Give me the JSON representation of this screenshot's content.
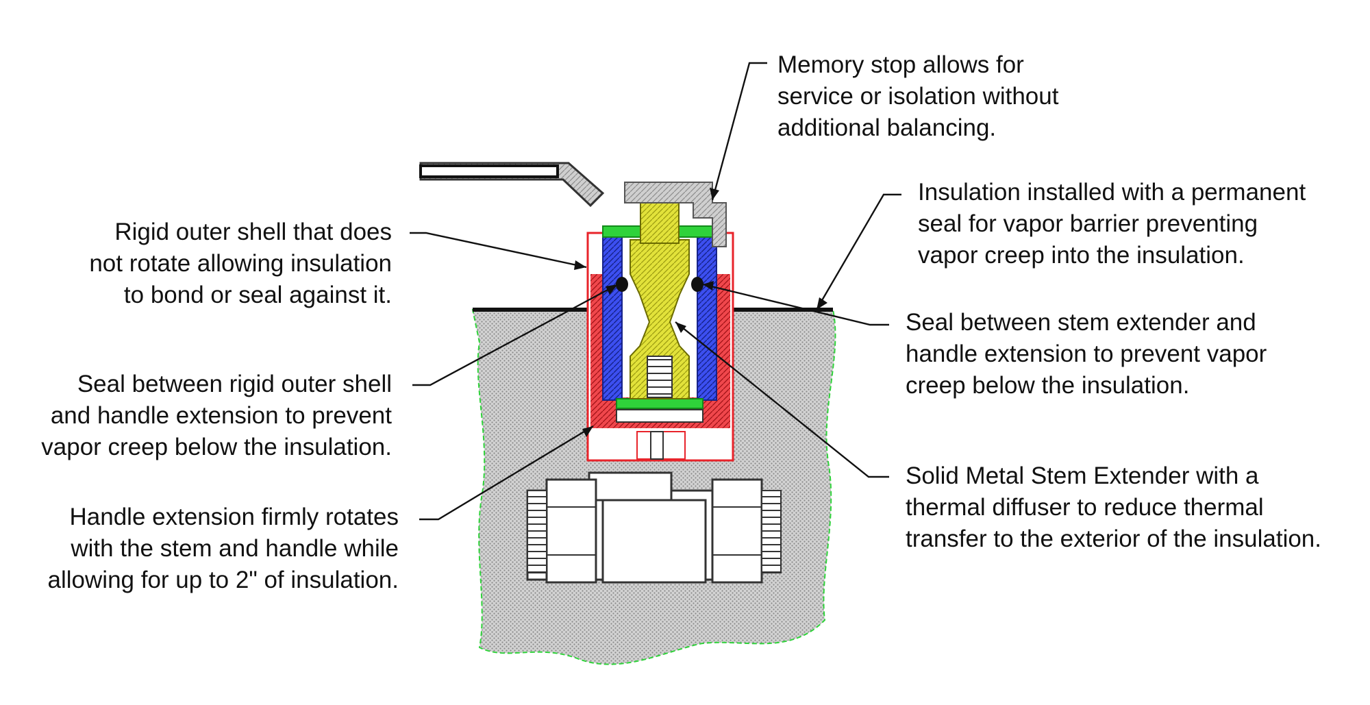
{
  "callouts": {
    "rigid_shell": {
      "lines": [
        "Rigid outer shell that does",
        "not rotate allowing insulation",
        "to bond or seal against it."
      ]
    },
    "seal_shell_handle": {
      "lines": [
        "Seal between rigid outer shell",
        "and handle extension to prevent",
        "vapor creep below the insulation."
      ]
    },
    "handle_extension": {
      "lines": [
        "Handle extension firmly rotates",
        "with the stem and handle while",
        "allowing  for up to 2\" of insulation."
      ]
    },
    "memory_stop": {
      "lines": [
        "Memory stop allows for",
        "service or isolation without",
        "additional balancing."
      ]
    },
    "insulation": {
      "lines": [
        "Insulation installed with a permanent",
        "seal for vapor barrier preventing",
        "vapor creep into the insulation."
      ]
    },
    "seal_stem_handle": {
      "lines": [
        "Seal between stem extender and",
        "handle extension to prevent vapor",
        "creep below the insulation."
      ]
    },
    "stem_extender": {
      "lines": [
        "Solid Metal Stem Extender with a",
        "thermal diffuser to reduce thermal",
        "transfer to the exterior of the insulation."
      ]
    }
  },
  "colors": {
    "outer_shell": "#e8232a",
    "handle_extension": "#2d3fe0",
    "stem_extender": "#d6d62a",
    "gasket": "#2fd23a",
    "insulation_outline": "#2fd23a",
    "insulation_fill": "#cfcfcf",
    "valve_body": "#ffffff",
    "leader": "#111111"
  },
  "icons": [
    "ball-valve-icon",
    "handle-lever-icon",
    "o-ring-icon"
  ]
}
